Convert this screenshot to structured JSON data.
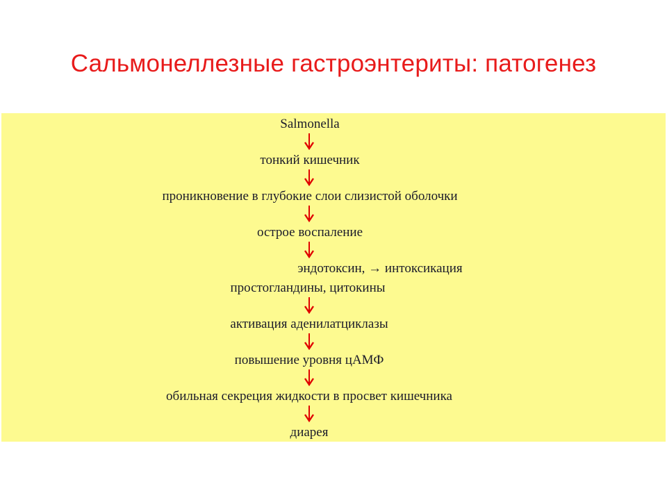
{
  "slide": {
    "title": "Сальмонеллезные гастроэнтериты: патогенез",
    "colors": {
      "title": "#e81b1b",
      "panel": "#fdfa90",
      "arrow": "#e00000",
      "text": "#1b1b2a"
    }
  },
  "flow": {
    "steps": [
      {
        "text": "Salmonella"
      },
      {
        "text": "тонкий кишечник"
      },
      {
        "text": "проникновение в глубокие слои слизистой оболочки"
      },
      {
        "text": "острое воспаление"
      },
      {
        "text": "эндотоксин, → интоксикация"
      },
      {
        "text": "простогландины, цитокины"
      },
      {
        "text": "активация аденилатциклазы"
      },
      {
        "text": "повышение уровня цАМФ"
      },
      {
        "text": "обильная секреция жидкости в просвет кишечника"
      },
      {
        "text": "диарея"
      }
    ],
    "arrow_icon": "down-arrow-icon"
  }
}
